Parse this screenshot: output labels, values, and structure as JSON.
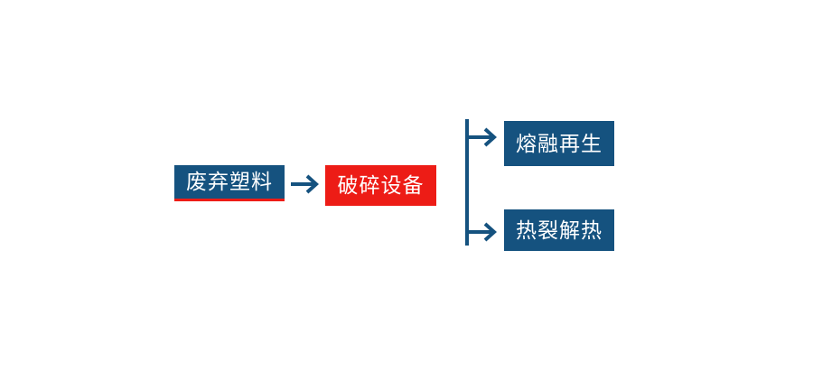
{
  "diagram": {
    "title": "",
    "background_color": "#ffffff",
    "colors": {
      "primary_blue": "#15527F",
      "accent_red": "#ED1C16",
      "connector_blue": "#15527F",
      "node_text": "#ffffff"
    },
    "nodes": [
      {
        "id": "waste-plastic",
        "label": "废弃塑料",
        "fill": "#15527F",
        "text_color": "#ffffff",
        "underline_color": "#ED1C16"
      },
      {
        "id": "crusher",
        "label": "破碎设备",
        "fill": "#ED1C16",
        "text_color": "#ffffff"
      },
      {
        "id": "melt-regen",
        "label": "熔融再生",
        "fill": "#15527F",
        "text_color": "#ffffff"
      },
      {
        "id": "pyrolysis",
        "label": "热裂解热",
        "fill": "#15527F",
        "text_color": "#ffffff"
      }
    ],
    "connectors": [
      {
        "id": "main-arrow",
        "icon": "arrow-right-icon",
        "from": "waste-plastic",
        "to": "crusher",
        "color": "#15527F"
      },
      {
        "id": "branch-trunk",
        "icon": "branch-split-icon",
        "from": "crusher",
        "to": "melt-regen,pyrolysis",
        "color": "#15527F"
      }
    ]
  }
}
